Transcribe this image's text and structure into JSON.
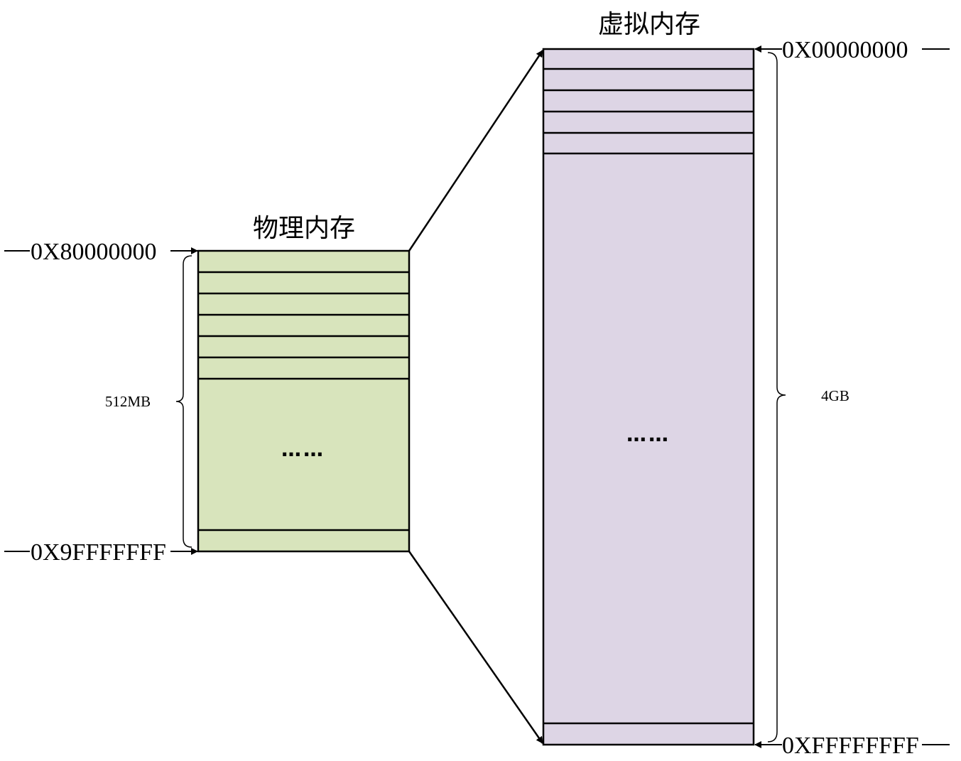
{
  "physical_memory": {
    "title": "物理内存",
    "start_address": "0X80000000",
    "end_address": "0X9FFFFFFF",
    "size_label": "512MB",
    "ellipsis": "……",
    "fill_color": "#d8e4bc"
  },
  "virtual_memory": {
    "title": "虚拟内存",
    "start_address": "0X00000000",
    "end_address": "0XFFFFFFFF",
    "size_label": "4GB",
    "ellipsis": "……",
    "fill_color": "#ddd5e5"
  }
}
